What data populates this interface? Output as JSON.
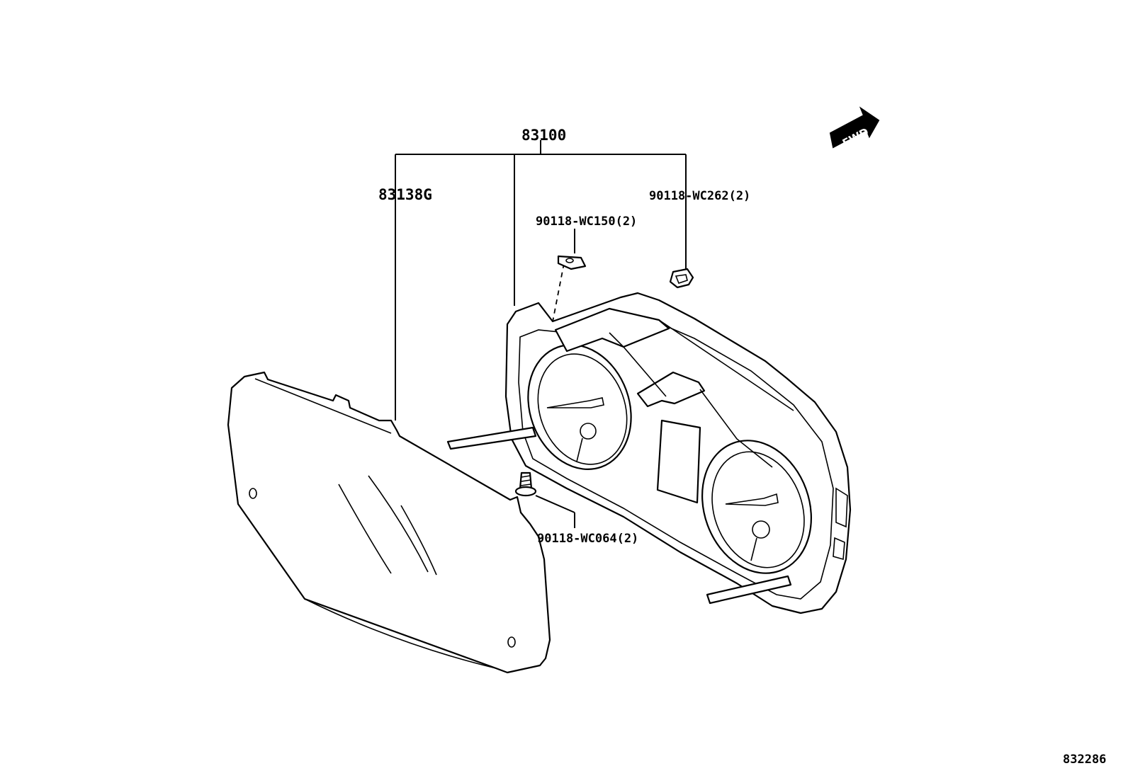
{
  "labels": {
    "assembly": "83100",
    "lens": "83138G",
    "clip_top_right": "90118-WC262(2)",
    "clip_top": "90118-WC150(2)",
    "screw": "90118-WC064(2)",
    "diagram_number": "832286",
    "fwd": "FWD"
  }
}
